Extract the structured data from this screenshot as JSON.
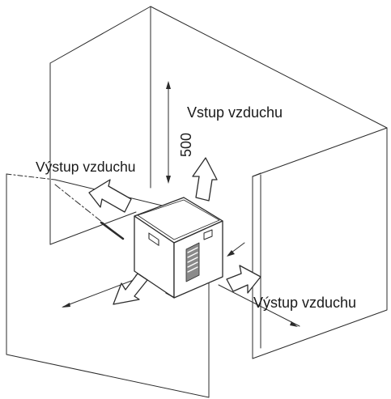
{
  "labels": {
    "inlet_top": "Vstup vzduchu",
    "outlet_left": "Výstup vzduchu",
    "outlet_right": "Výstup vzduchu",
    "clearance_dimension": "500"
  },
  "colors": {
    "line": "#2b2b2b",
    "text": "#1a1a1a",
    "background": "#ffffff"
  }
}
